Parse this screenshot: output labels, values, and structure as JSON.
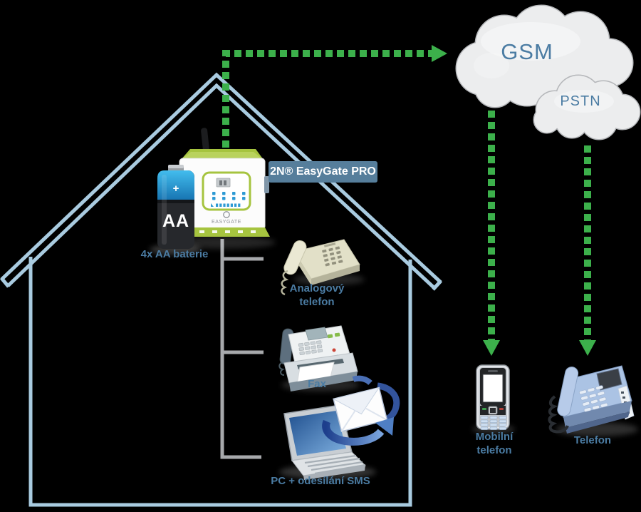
{
  "diagram": {
    "device": {
      "banner_label": "2N® EasyGate PRO",
      "logo_text": "EasyGate"
    },
    "battery": {
      "plus": "+",
      "cell": "AA",
      "label": "4x AA baterie"
    },
    "indoor": {
      "analog_phone_label": "Analogový\ntelefon",
      "fax_label": "Fax",
      "pc_label": "PC + odesílání SMS"
    },
    "networks": {
      "gsm_label": "GSM",
      "pstn_label": "PSTN"
    },
    "outdoor": {
      "mobile_label": "Mobilní\ntelefon",
      "telephone_label": "Telefon"
    },
    "colors": {
      "arrow_green": "#3cb04b",
      "device_green": "#a6c43f",
      "house_blue": "#a9cbe0",
      "label_blue": "#4b7ca3",
      "banner_bg": "#567e9b",
      "connector_gray": "#a7a9ac",
      "cloud_fill": "#ecedee",
      "cloud_stroke": "#b5b7ba"
    }
  }
}
